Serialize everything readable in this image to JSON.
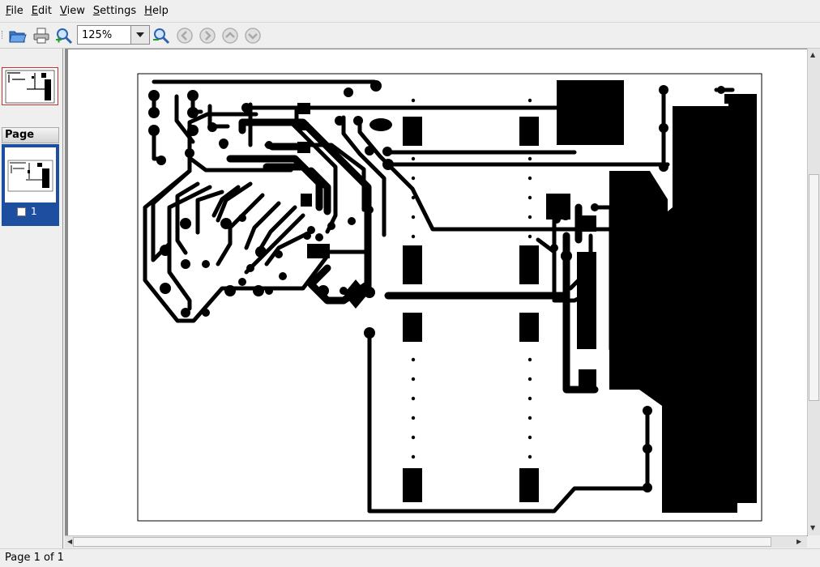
{
  "menu": [
    {
      "label": "File",
      "accel": "F",
      "rest": "ile"
    },
    {
      "label": "Edit",
      "accel": "E",
      "rest": "dit"
    },
    {
      "label": "View",
      "accel": "V",
      "rest": "iew"
    },
    {
      "label": "Settings",
      "accel": "S",
      "rest": "ettings"
    },
    {
      "label": "Help",
      "accel": "H",
      "rest": "elp"
    }
  ],
  "toolbar": {
    "zoom_value": "125%",
    "buttons": [
      "open-icon",
      "print-icon",
      "zoom-in-icon",
      "zoom-out-icon",
      "back-icon",
      "forward-icon",
      "previous-page-icon",
      "next-page-icon"
    ]
  },
  "sidebar": {
    "header": "Page",
    "pages": [
      {
        "number": "1",
        "checked": false
      }
    ]
  },
  "status": {
    "text": "Page 1 of 1"
  },
  "colors": {
    "selection": "#1e4ea0",
    "trace": "#000000",
    "thumb_border": "#c83030"
  }
}
